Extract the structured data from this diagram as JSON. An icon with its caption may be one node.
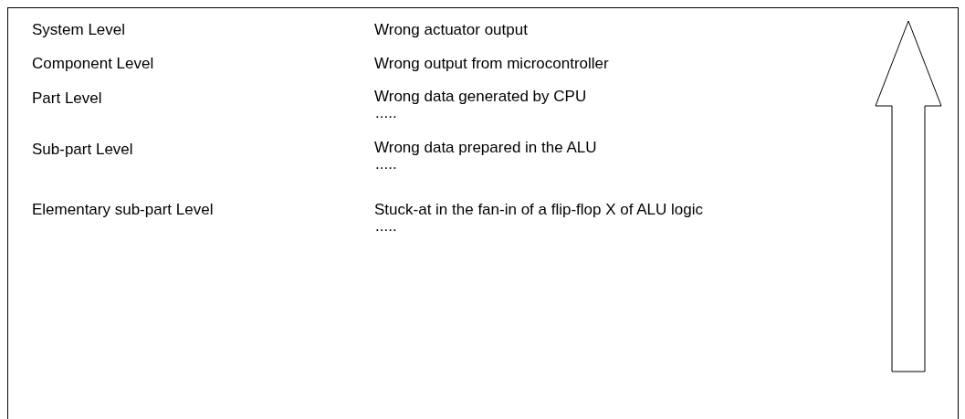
{
  "diagram": {
    "labels": [
      "System Level",
      "Wrong actuator output",
      "Component Level",
      "Wrong output from microcontroller",
      "Part Level",
      "Wrong data generated by CPU",
      ".....",
      "Sub-part Level",
      "Wrong data prepared in the ALU",
      ".....",
      "Elementary sub-part Level",
      "Stuck-at in the fan-in of a flip-flop X of ALU logic",
      "....."
    ]
  }
}
